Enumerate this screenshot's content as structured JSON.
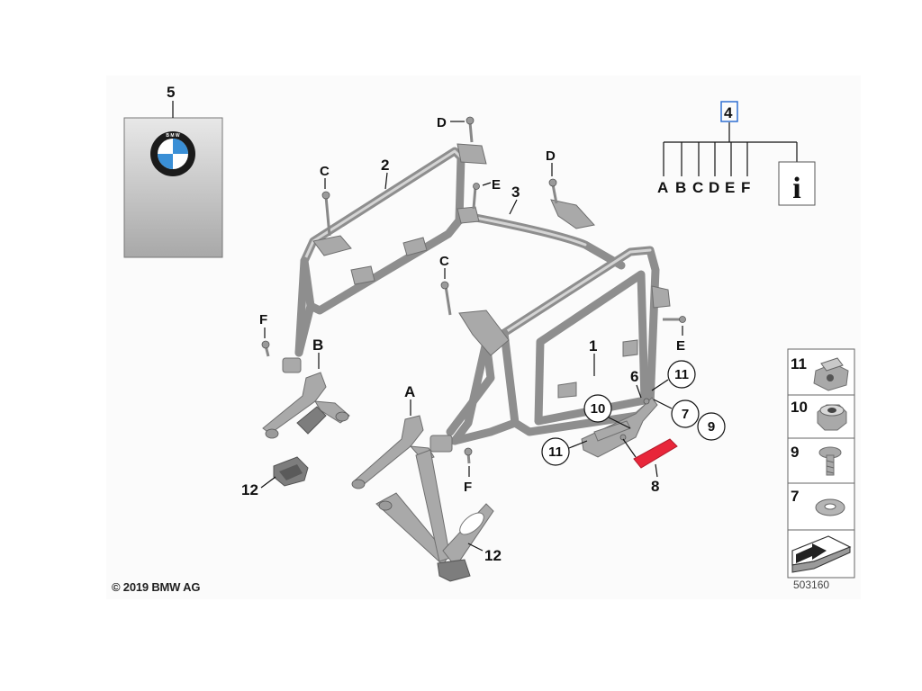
{
  "labels": {
    "l1": "1",
    "l2": "2",
    "l3": "3",
    "l4": "4",
    "l5": "5",
    "l6": "6",
    "l8": "8",
    "l12a": "12",
    "l12b": "12",
    "lA": "A",
    "lB": "B",
    "lC1": "C",
    "lC2": "C",
    "lD1": "D",
    "lD2": "D",
    "lE1": "E",
    "lE2": "E",
    "lF1": "F",
    "lF2": "F"
  },
  "circled": {
    "c11a": "11",
    "c11b": "11",
    "c10": "10",
    "c7": "7",
    "c9": "9"
  },
  "tree": {
    "letters": [
      "A",
      "B",
      "C",
      "D",
      "E",
      "F"
    ],
    "info_glyph": "i"
  },
  "legend": {
    "items": [
      "11",
      "10",
      "9",
      "7"
    ]
  },
  "footer": {
    "copyright": "© 2019 BMW AG",
    "diagram_number": "503160"
  },
  "colors": {
    "tube": "#8e8e8e",
    "highlight_part": "#e8263a",
    "emblem_blue": "#3a8fd6",
    "box_highlight": "#2f6fd1"
  }
}
